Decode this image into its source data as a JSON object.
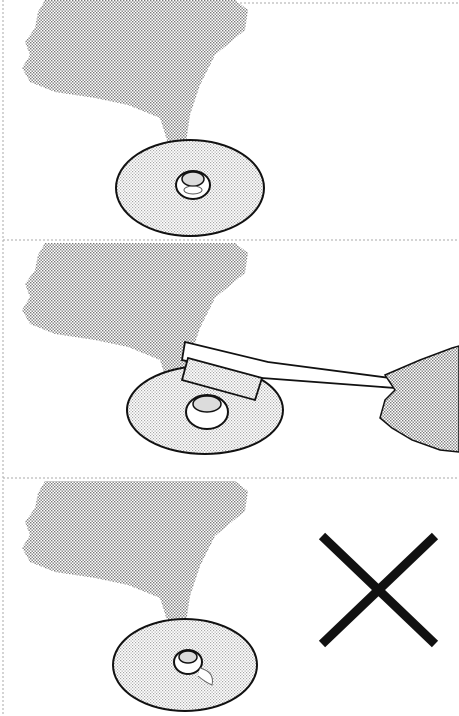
{
  "figure": {
    "panels": [
      {
        "id": "panel-1",
        "content": [
          "hand-dropping-liquid",
          "disc-with-stud"
        ],
        "mark": null
      },
      {
        "id": "panel-2",
        "content": [
          "hand-dropping-liquid",
          "disc-with-stud",
          "brush-cleaning",
          "second-hand"
        ],
        "mark": null
      },
      {
        "id": "panel-3",
        "content": [
          "hand-dropping-liquid",
          "disc-with-stud"
        ],
        "mark": "incorrect-cross"
      }
    ],
    "colors": {
      "outline": "#111111",
      "dot_fill": "#9a9a9a",
      "background": "#ffffff",
      "border": "#aaaaaa"
    },
    "icons": [
      "hand-icon",
      "disc-icon",
      "stud-icon",
      "brush-icon",
      "cross-mark-icon"
    ]
  }
}
